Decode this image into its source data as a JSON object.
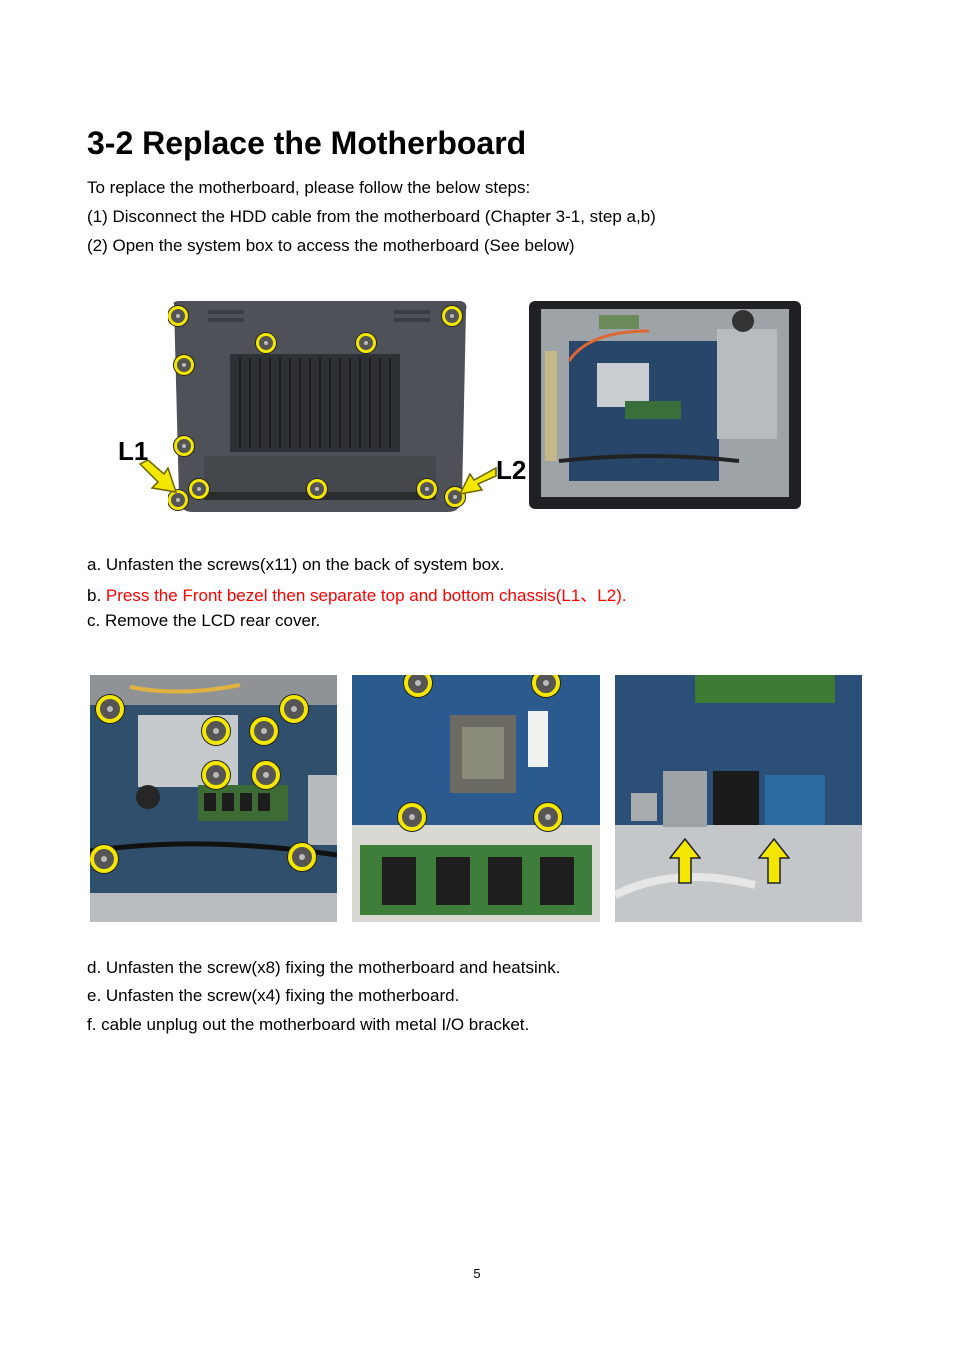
{
  "title": "3-2 Replace the Motherboard",
  "intro": [
    "To replace the motherboard, please follow the below steps:",
    "(1) Disconnect the HDD cable from the motherboard (Chapter 3-1, step a,b)",
    "(2) Open the system box to access the motherboard (See below)"
  ],
  "figure1": {
    "label_left": "L1",
    "label_right": "L2"
  },
  "steps_abc": {
    "a": "a. Unfasten the screws(x11) on the back of system box.",
    "b_prefix": "b. ",
    "b_text": "Press the Front bezel then separate top and bottom chassis(L1、L2).",
    "c": "c. Remove the LCD rear cover."
  },
  "steps_def": {
    "d": "d. Unfasten the screw(x8) fixing the motherboard and heatsink.",
    "e": "e. Unfasten the screw(x4) fixing the motherboard.",
    "f": "f. cable unplug out the motherboard with metal I/O bracket."
  },
  "page_number": "5",
  "colors": {
    "accent_red": "#ff0000",
    "marker_yellow": "#f3e600"
  }
}
